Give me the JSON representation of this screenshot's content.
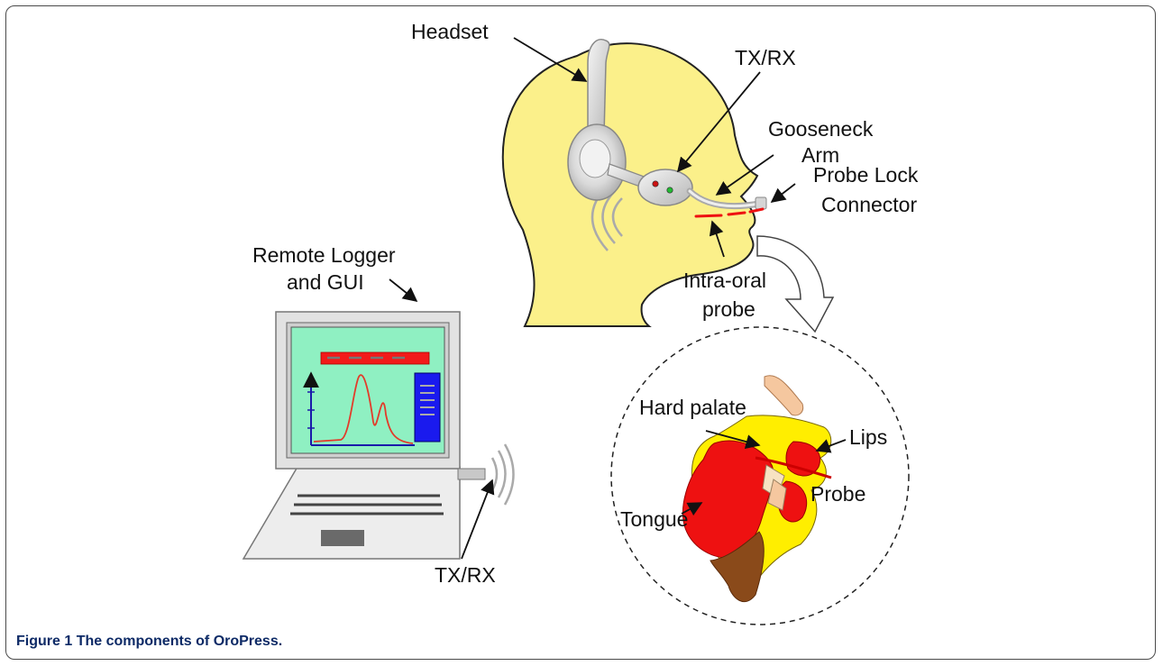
{
  "labels": {
    "headset": "Headset",
    "txrx_head": "TX/RX",
    "gooseneck_line1": "Gooseneck",
    "gooseneck_line2": "Arm",
    "probe_lock_line1": "Probe Lock",
    "probe_lock_line2": "Connector",
    "intraoral_line1": "Intra-oral",
    "intraoral_line2": "probe",
    "remote_line1": "Remote Logger",
    "remote_line2": "and GUI",
    "txrx_laptop": "TX/RX",
    "hard_palate": "Hard palate",
    "lips": "Lips",
    "probe": "Probe",
    "tongue": "Tongue"
  },
  "caption": {
    "lead": "Figure 1",
    "text": "The components of OroPress."
  },
  "colors": {
    "head_fill": "#fbf08a",
    "screen_fill": "#8ff0c2",
    "tongue": "#ee1111",
    "palate": "#ffee00",
    "bar": "#f21a1a",
    "slider": "#1a1aee"
  }
}
